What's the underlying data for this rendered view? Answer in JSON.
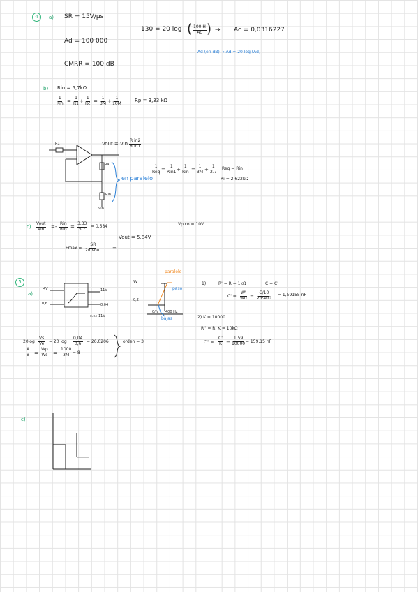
{
  "ex1": {
    "num": "4",
    "part_a": "a)",
    "sr": "SR = 15V/µs",
    "ad": "Ad = 100 000",
    "cmrr": "CMRR = 100 dB",
    "eq_lhs": "130 = 20 log",
    "eq_frac_num": "100·H",
    "eq_frac_den": "Ac",
    "arrow": "→",
    "ac": "Ac = 0,0316227",
    "blue_note": "Ad (en dB) → Ad = 20 log (Ad)",
    "part_b": "b)",
    "rin_val": "Rin = 5,7kΩ",
    "b_eq_rhs1": "=",
    "b_eq_f1n": "1",
    "b_eq_f1d": "Rin",
    "b_eq_f2n": "1",
    "b_eq_f2d": "R1",
    "b_eq_f3n": "1",
    "b_eq_f3d": "Rc",
    "b_eq_f4n": "1",
    "b_eq_f4d": "3M",
    "b_eq_f5n": "1",
    "b_eq_f5d": "10M",
    "b_eq_plus": "+",
    "rp_val": "Rp = 3,33 kΩ",
    "vout_label": "Vout = Vin",
    "vout_frac_n": "R in2",
    "vout_frac_d": "R in1",
    "ra_label": "Ra",
    "rin_small": "Rin",
    "vin_small": "Vin",
    "en_paralelo": "en paralelo",
    "par_f1n": "1",
    "par_f1d": "Req",
    "par_f2n": "1",
    "par_f2d": "Rin1",
    "par_f3n": "1",
    "par_f3d": "Rin",
    "par_f4n": "1",
    "par_f4d": "3M",
    "par_f5n": "1",
    "par_f5d": "2.7",
    "req_eq": "Req = Rin",
    "ri_val": "Ri = 2,622kΩ",
    "part_c": "c)",
    "c_frac_n": "Vout",
    "c_frac_d": "Vin",
    "c_eq1": "=-",
    "c_frac2_n": "Rin",
    "c_frac2_d": "Rin",
    "c_frac3_n": "3,33",
    "c_frac3_d": "5,7",
    "c_result": "= 0,584",
    "vpeak": "Vpico = 10V",
    "vout_val": "Vout = 5,84V",
    "fmax_lhs": "Fmax =",
    "fmax_n": "SR",
    "fmax_d": "2π Vout",
    "fmax_eq": "="
  },
  "ex2": {
    "num": "5",
    "part_a": "a)",
    "in_hi": "4V",
    "in_lo": "0,6",
    "out_hi": "11V",
    "out_lo": "0,04",
    "gain_note": "c.c.: 11V",
    "nv_label": "NV",
    "v02": "0,2",
    "paralelo": "paralelo",
    "paso": "paso",
    "dark_label": "0/fc",
    "freq_label": "400 Hz",
    "bajas": "bajas",
    "part_i": "1)",
    "rr": "R' = R = 1kΩ",
    "cc": "C = C'",
    "cprime": "C' =",
    "cp_frac_n": "W'",
    "cp_frac_d": "W0",
    "cp_frac2_n": "C/10",
    "cp_frac2_d": "2π·400",
    "cp_result": "= 1,59155 nF",
    "part_ii": "2) K = 10000",
    "rk": "R'' = R' K = 10kΩ",
    "c2": "C'' =",
    "c2_frac_n": "C'",
    "c2_frac_d": "K",
    "c2_frac2_n": "1,59",
    "c2_frac2_d": "10000",
    "c2_result": "= 159,15 nF",
    "log_eq_lhs": "20log",
    "log_f1n": "Vs",
    "log_f1d": "Ve",
    "log_eq_mid": "= 20 log",
    "log_f2n": "0,04",
    "log_f2d": "0,6",
    "log_res": "= 26,0206",
    "orden": "orden = 3",
    "ratio_f1n": "A",
    "ratio_f1d": "B",
    "ratio_f2n": "Wp",
    "ratio_f2d": "Ws",
    "ratio_f3n": "1000",
    "ratio_f3d": "3M",
    "ratio_eq": "=",
    "ratio_res": "= 8",
    "part_c": "c)"
  }
}
